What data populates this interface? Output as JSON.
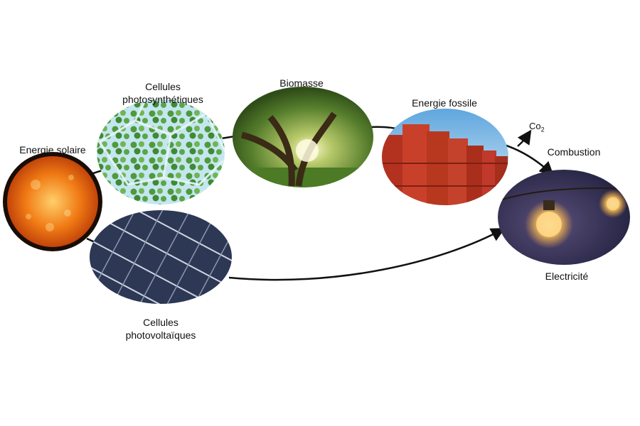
{
  "nodes": {
    "solar": {
      "label": "Energie solaire"
    },
    "photosynthetic": {
      "label_line1": "Cellules",
      "label_line2": "photosynthétiques"
    },
    "biomass": {
      "label": "Biomasse"
    },
    "fossil": {
      "label": "Energie fossile"
    },
    "photovoltaic": {
      "label_line1": "Cellules",
      "label_line2": "photovoltaïques"
    },
    "electricity": {
      "label": "Electricité"
    }
  },
  "edges": {
    "combustion_label": "Combustion",
    "co2_main": "Co",
    "co2_sub": "2"
  },
  "colors": {
    "sun": "#f07a14",
    "sun_core": "#ffb347",
    "sun_rim": "#1a0d05",
    "cells": "#5fa84a",
    "cells_bg": "#bde3ee",
    "tree_canopy": "#6f9a3a",
    "tree_light": "#f3f0b5",
    "barrel": "#c0392b",
    "sky": "#8ec9ee",
    "panel": "#2e3a55",
    "panel_grid": "#d8dde8",
    "night": "#2b2a4a",
    "bulb_glow": "#ffd27a",
    "arrow": "#111111"
  }
}
